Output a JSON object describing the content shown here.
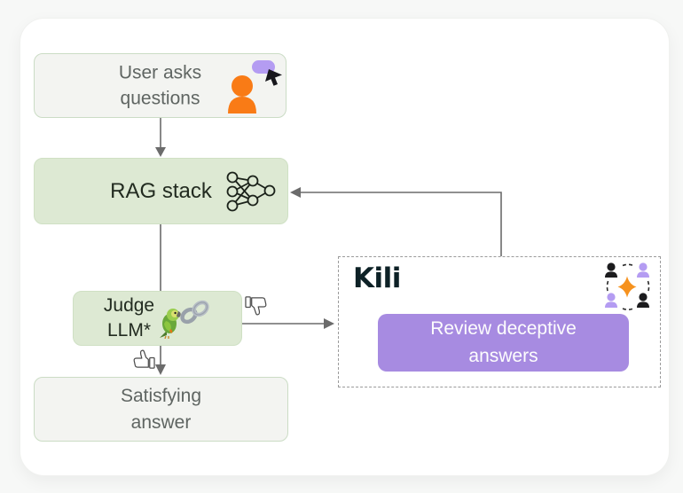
{
  "colors": {
    "page_bg": "#f7f8f7",
    "card_bg": "#ffffff",
    "green_fill": "#dde9d3",
    "green_border": "#cfe0c4",
    "gray_fill": "#f3f4f1",
    "gray_border": "#cbdcc5",
    "muted_text": "#5f6562",
    "dark_text": "#222b20",
    "arrow": "#6b6b6b",
    "button_purple": "#a78be1",
    "lavender": "#b49cf2",
    "orange": "#f97b16",
    "star_orange": "#f6921e",
    "kili_dark": "#0d2126",
    "dashed_border": "#9b9b9b"
  },
  "nodes": {
    "user": {
      "line1": "User asks",
      "line2": "questions",
      "icon": "user-question-icon"
    },
    "rag": {
      "label": "RAG stack",
      "icon": "neural-network-icon"
    },
    "judge": {
      "line1": "Judge",
      "line2": "LLM*",
      "icons": [
        "parrot-icon",
        "chain-link-icon"
      ]
    },
    "satisfying": {
      "line1": "Satisfying",
      "line2": "answer"
    }
  },
  "annotations": {
    "thumbs_down": "thumbs-down-icon",
    "thumbs_up": "thumbs-up-icon"
  },
  "kili_panel": {
    "logo_text": "Kili",
    "button_line1": "Review deceptive",
    "button_line2": "answers",
    "icon": "reviewers-sparkle-icon"
  },
  "edges": [
    {
      "from": "user",
      "to": "rag",
      "arrow": true
    },
    {
      "from": "rag",
      "to": "judge",
      "arrow": false
    },
    {
      "from": "judge",
      "to": "satisfying",
      "arrow": true
    },
    {
      "from": "judge",
      "to": "kili_panel",
      "arrow": true
    },
    {
      "from": "kili_panel",
      "to": "rag",
      "arrow": true
    }
  ]
}
